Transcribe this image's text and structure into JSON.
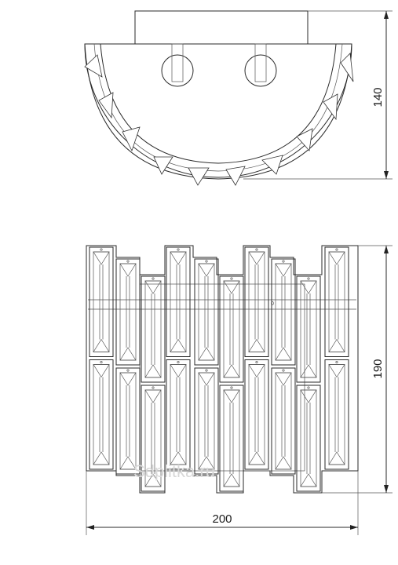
{
  "dimensions": {
    "height_top": "140",
    "height_front": "190",
    "width_front": "200"
  },
  "watermark": "Sdplitka.ru",
  "center_mark": "0"
}
